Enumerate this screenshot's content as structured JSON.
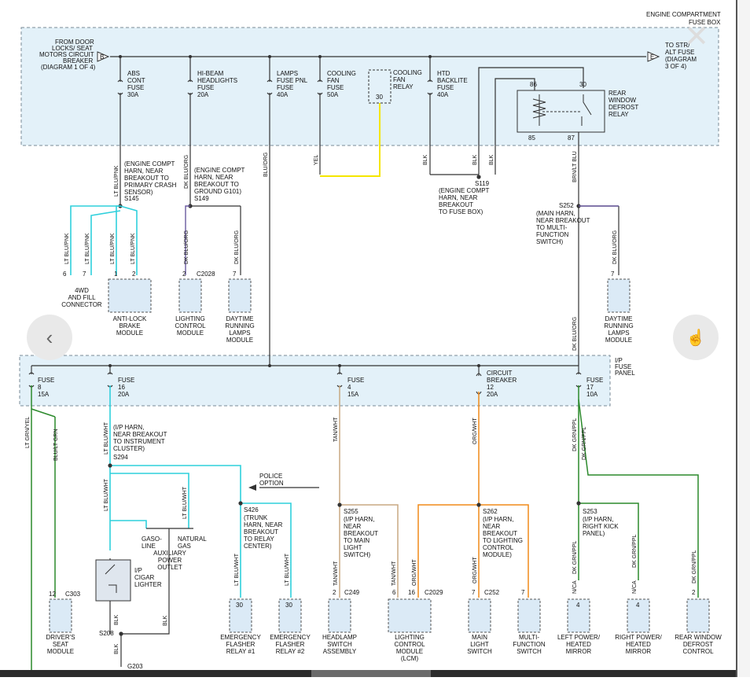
{
  "fuse_box_title": [
    "ENGINE COMPARTMENT",
    "FUSE BOX"
  ],
  "ip_panel_title": [
    "I/P",
    "FUSE",
    "PANEL"
  ],
  "from_text": [
    "FROM DOOR",
    "LOCKS/ SEAT",
    "MOTORS CIRCUIT",
    "BREAKER",
    "(DIAGRAM 1 OF 4)"
  ],
  "to_text": [
    "TO STR/",
    "ALT FUSE",
    "(DIAGRAM",
    "3 OF 4)"
  ],
  "conn_b": "B",
  "conn_e": "E",
  "engine_fuses": [
    [
      "ABS",
      "CONT",
      "FUSE",
      "30A"
    ],
    [
      "HI-BEAM",
      "HEADLIGHTS",
      "FUSE",
      "20A"
    ],
    [
      "LAMPS",
      "FUSE PNL",
      "FUSE",
      "40A"
    ],
    [
      "COOLING",
      "FAN",
      "FUSE",
      "50A"
    ],
    [
      "HTD",
      "BACKLITE",
      "FUSE",
      "40A"
    ]
  ],
  "cooling_relay": {
    "label": [
      "COOLING",
      "FAN",
      "RELAY"
    ],
    "pin": "30"
  },
  "defrost_relay": {
    "label": [
      "REAR",
      "WINDOW",
      "DEFROST",
      "RELAY"
    ],
    "pins": [
      "86",
      "30",
      "85",
      "87"
    ]
  },
  "splices": [
    {
      "id": "S145",
      "desc": [
        "(ENGINE COMPT",
        "HARN, NEAR",
        "BREAKOUT TO",
        "PRIMARY CRASH",
        "SENSOR)"
      ]
    },
    {
      "id": "S149",
      "desc": [
        "(ENGINE COMPT",
        "HARN, NEAR",
        "BREAKOUT TO",
        "GROUND G101)"
      ]
    },
    {
      "id": "S119",
      "desc": [
        "(ENGINE COMPT",
        "HARN, NEAR",
        "BREAKOUT",
        "TO FUSE BOX)"
      ]
    },
    {
      "id": "S252",
      "desc": [
        "(MAIN HARN,",
        "NEAR BREAKOUT",
        "TO MULTI-",
        "FUNCTION",
        "SWITCH)"
      ]
    },
    {
      "id": "S294",
      "desc": [
        "(I/P HARN,",
        "NEAR BREAKOUT",
        "TO INSTRUMENT",
        "CLUSTER)"
      ]
    },
    {
      "id": "S426",
      "desc": [
        "(TRUNK",
        "HARN, NEAR",
        "BREAKOUT",
        "TO RELAY",
        "CENTER)"
      ]
    },
    {
      "id": "S255",
      "desc": [
        "(I/P HARN,",
        "NEAR",
        "BREAKOUT",
        "TO MAIN",
        "LIGHT",
        "SWITCH)"
      ]
    },
    {
      "id": "S262",
      "desc": [
        "(I/P HARN,",
        "NEAR",
        "BREAKOUT",
        "TO LIGHTING",
        "CONTROL",
        "MODULE)"
      ]
    },
    {
      "id": "S253",
      "desc": [
        "(I/P HARN,",
        "RIGHT KICK",
        "PANEL)"
      ]
    },
    {
      "id": "S208",
      "desc": []
    }
  ],
  "wires": {
    "abs": "LT BLU/PNK",
    "hibeam": "DK BLU/ORG",
    "lamps": "BLU/ORG",
    "cooling": "YEL",
    "blk": "BLK",
    "defrost": "BRN/LT BLU",
    "pnk1": "LT BLU/PNK",
    "pnk2": "LT BLU/PNK",
    "pnk3": "LT BLU/PNK",
    "pnk4": "LT BLU/PNK",
    "org1": "DK BLU/ORG",
    "org2": "DK BLU/ORG",
    "org3": "DK BLU/ORG",
    "org4": "DK BLU/ORG",
    "ltgrn": "LT GRN/YEL",
    "bluwht1": "BLU/LT GRN",
    "ltbluwht1": "LT BLU/WHT",
    "ltbluwht2": "LT BLU/WHT",
    "ltbluwht3": "LT BLU/WHT",
    "ltbluwht4": "LT BLU/WHT",
    "ltbluwht5": "LT BLU/WHT",
    "tanwht1": "TAN/WHT",
    "tanwht2": "TAN/WHT",
    "tanwht3": "TAN/WHT",
    "orgwht1": "ORG/WHT",
    "orgwht2": "ORG/WHT",
    "orgwht3": "ORG/WHT",
    "dkgrnppl1": "DK GRN/PPL",
    "dkgrnppl2": "DK GRN/PPL",
    "dkgrnppl3": "DK GRN/PPL",
    "dkgrnppl4": "DK GRN/PPL",
    "dkgrnppl5": "DK GRN/PPL"
  },
  "ip_fuses": [
    [
      "FUSE",
      "8",
      "15A"
    ],
    [
      "FUSE",
      "16",
      "20A"
    ],
    [
      "FUSE",
      "4",
      "15A"
    ],
    [
      "CIRCUIT",
      "BREAKER",
      "12",
      "20A"
    ],
    [
      "FUSE",
      "17",
      "10A"
    ]
  ],
  "upper_modules": [
    {
      "name": [
        "4WD",
        "AND FILL",
        "CONNECTOR"
      ],
      "pins": [
        "6",
        "7"
      ]
    },
    {
      "name": [
        "ANTI-LOCK",
        "BRAKE",
        "MODULE"
      ],
      "pins": [
        "1",
        "2"
      ]
    },
    {
      "name": [
        "LIGHTING",
        "CONTROL",
        "MODULE"
      ],
      "pins": [
        "2"
      ],
      "conn": "C2028"
    },
    {
      "name": [
        "DAYTIME",
        "RUNNING",
        "LAMPS",
        "MODULE"
      ],
      "pins": [
        "7"
      ]
    },
    {
      "name": [
        "DAYTIME",
        "RUNNING",
        "LAMPS",
        "MODULE"
      ],
      "pins": [
        "7"
      ]
    }
  ],
  "lower_modules": [
    {
      "name": [
        "DRIVER'S",
        "SEAT",
        "MODULE"
      ],
      "pin": "12",
      "conn": "C303"
    },
    {
      "name": [
        "EMERGENCY",
        "FLASHER",
        "RELAY #1"
      ],
      "pin": "30"
    },
    {
      "name": [
        "EMERGENCY",
        "FLASHER",
        "RELAY #2"
      ],
      "pin": "30"
    },
    {
      "name": [
        "HEADLAMP",
        "SWITCH",
        "ASSEMBLY"
      ],
      "pin": "2",
      "conn": "C249"
    },
    {
      "name": [
        "LIGHTING",
        "CONTROL",
        "MODULE",
        "(LCM)"
      ],
      "pins": [
        "6",
        "16"
      ],
      "conn": "C2029"
    },
    {
      "name": [
        "MAIN",
        "LIGHT",
        "SWITCH"
      ],
      "pin": "7",
      "conn": "C252"
    },
    {
      "name": [
        "MULTI-",
        "FUNCTION",
        "SWITCH"
      ],
      "pin": "7"
    },
    {
      "name": [
        "LEFT POWER/",
        "HEATED",
        "MIRROR"
      ],
      "pin": "4",
      "na": "N/CA"
    },
    {
      "name": [
        "RIGHT POWER/",
        "HEATED",
        "MIRROR"
      ],
      "pin": "4",
      "na": "N/CA"
    },
    {
      "name": [
        "REAR WINDOW",
        "DEFROST",
        "CONTROL"
      ],
      "pin": "2"
    }
  ],
  "police_option": [
    "POLICE",
    "OPTION"
  ],
  "gasoline": [
    "GASO-",
    "LINE"
  ],
  "natural_gas": [
    "NATURAL",
    "GAS"
  ],
  "aux_outlet": [
    "AUXILIARY",
    "POWER",
    "OUTLET"
  ],
  "cigar_lighter": [
    "I/P",
    "CIGAR",
    "LIGHTER"
  ],
  "ground": "G203",
  "colors": {
    "cyan": "#2fd0dc",
    "yellow": "#f5e600",
    "orange": "#f08a18",
    "tan": "#c8a982",
    "green": "#2c8a2c",
    "purple": "#6a5aa0",
    "panel": "#e3f1f9"
  }
}
